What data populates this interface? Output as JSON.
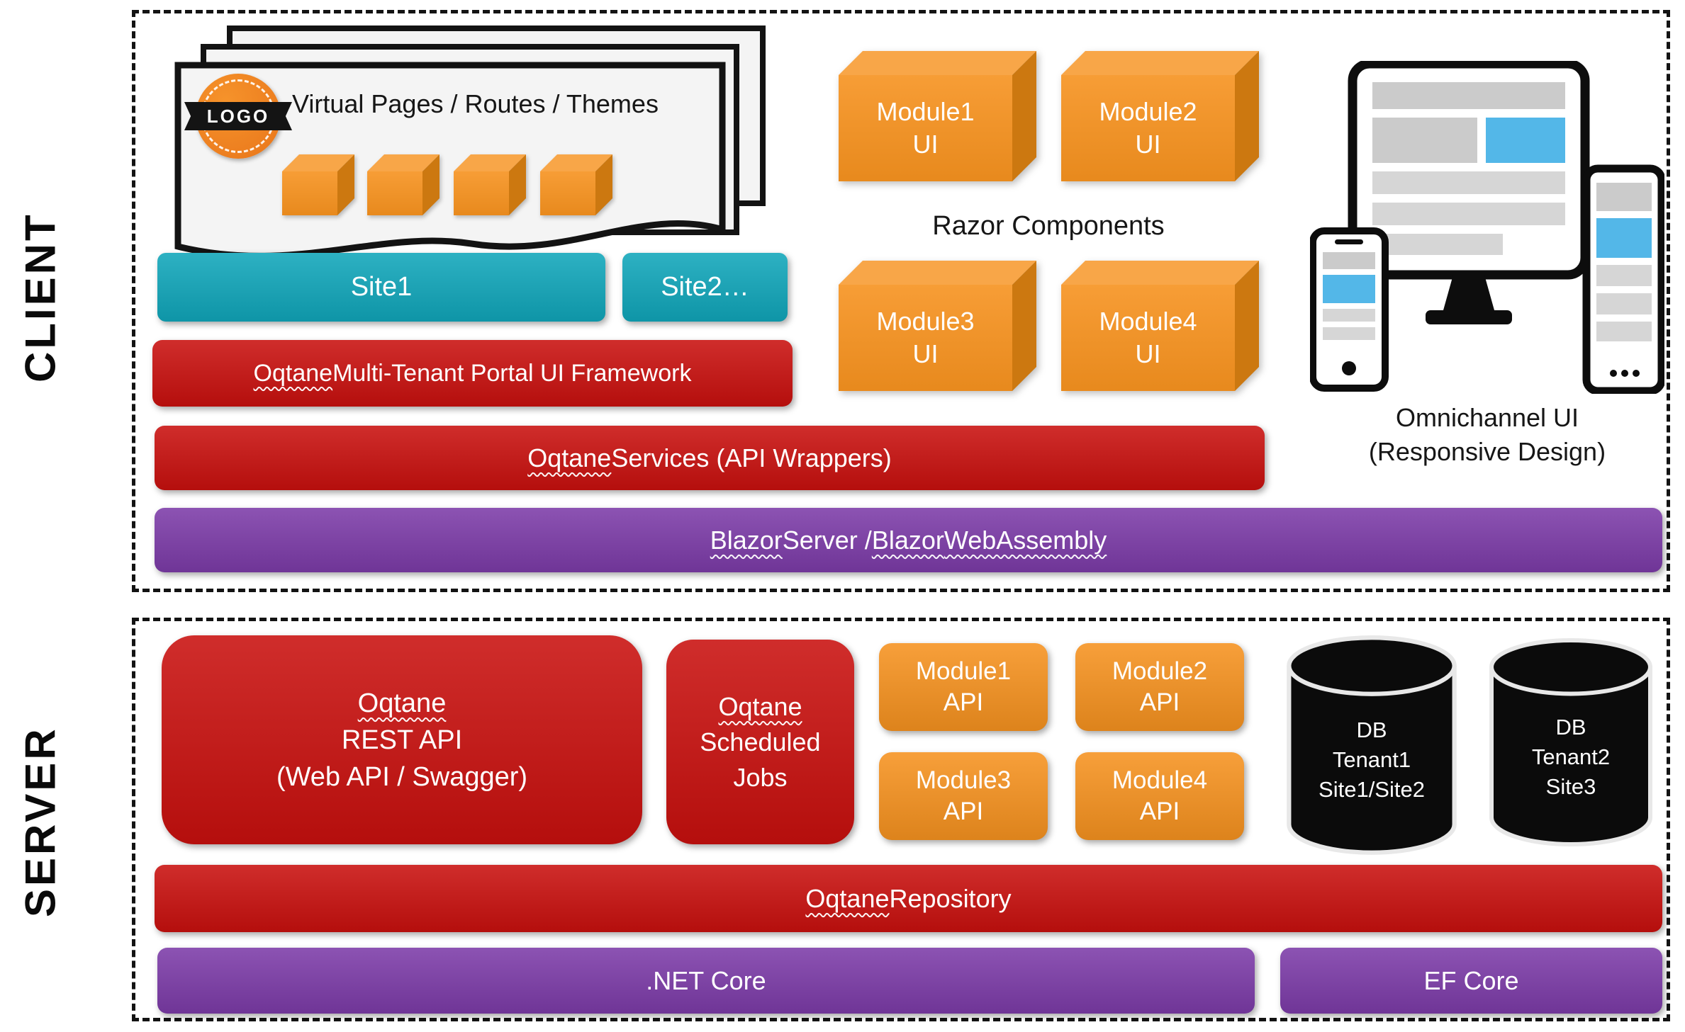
{
  "colors": {
    "red": "#C9100E",
    "purple": "#7C3BA8",
    "teal": "#10A6BA",
    "orange": "#F6921F",
    "orange_light": "#F8A648",
    "orange_dark": "#CC7810",
    "accent_blue": "#53B7E8",
    "ink": "#131313"
  },
  "client": {
    "section_label": "CLIENT",
    "pages": {
      "logo_text": "LOGO",
      "title": "Virtual Pages / Routes / Themes"
    },
    "sites": [
      {
        "label": "Site1"
      },
      {
        "label": "Site2…"
      }
    ],
    "portal_bar": {
      "underlined": "Oqtane",
      "rest": " Multi-Tenant Portal UI Framework"
    },
    "services_bar": {
      "underlined": "Oqtane",
      "rest": " Services (API Wrappers)"
    },
    "blazor_bar": {
      "u1": "Blazor",
      "t1": " Server / ",
      "u2": "Blazor",
      "t2": " ",
      "u3": "WebAssembly"
    },
    "razor_components_label": "Razor Components",
    "module_cubes": [
      {
        "label": "Module1\nUI"
      },
      {
        "label": "Module2\nUI"
      },
      {
        "label": "Module3\nUI"
      },
      {
        "label": "Module4\nUI"
      }
    ],
    "omnichannel_caption": "Omnichannel UI\n(Responsive Design)"
  },
  "server": {
    "section_label": "SERVER",
    "rest_api_box": {
      "underlined": "Oqtane",
      "line2": "REST API",
      "line3": "(Web API / Swagger)"
    },
    "scheduled_jobs_box": {
      "underlined": "Oqtane",
      "line2": "Scheduled",
      "line3": "Jobs"
    },
    "module_apis": [
      {
        "label": "Module1\nAPI"
      },
      {
        "label": "Module2\nAPI"
      },
      {
        "label": "Module3\nAPI"
      },
      {
        "label": "Module4\nAPI"
      }
    ],
    "databases": [
      {
        "label": "DB\nTenant1\nSite1/Site2"
      },
      {
        "label": "DB\nTenant2\nSite3"
      }
    ],
    "repository_bar": {
      "underlined": "Oqtane",
      "rest": " Repository"
    },
    "net_core_label": ".NET Core",
    "ef_core_label": "EF Core"
  }
}
